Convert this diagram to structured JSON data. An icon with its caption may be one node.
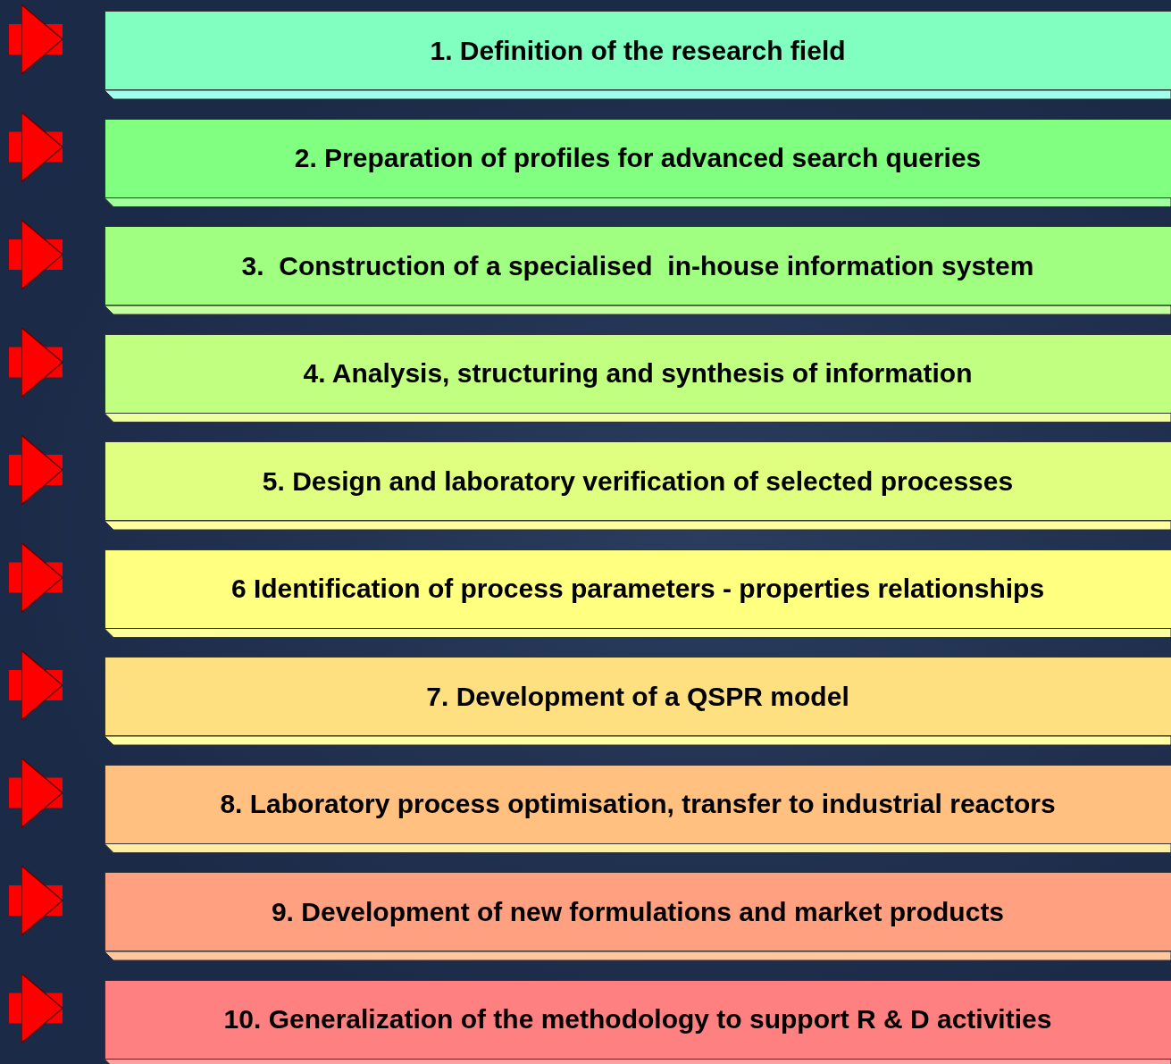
{
  "diagram": {
    "nodes": [
      {
        "text": [
          "1. Definition of the research field"
        ]
      },
      {
        "text": [
          "2. Preparation of profiles for advanced search queries"
        ]
      },
      {
        "text": [
          "3.  Construction of a specialised  in-house information system"
        ]
      },
      {
        "text": [
          "4. Analysis, structuring and synthesis of information"
        ]
      },
      {
        "text": [
          "5. Design and laboratory verification of selected processes"
        ]
      },
      {
        "text": [
          "6 Identification of process parameters - properties relationships"
        ]
      },
      {
        "text": [
          "7. Development of a QSPR model"
        ]
      },
      {
        "text": [
          "8. Laboratory process optimisation, transfer to industrial reactors"
        ]
      },
      {
        "text": [
          "9. Development of new formulations and market products"
        ]
      },
      {
        "text": [
          "10. Generalization of the methodology to support R & D activities"
        ]
      }
    ],
    "edges": [
      {
        "from": null,
        "to": 0,
        "arrow": "to"
      },
      {
        "from": null,
        "to": 1,
        "arrow": "to"
      },
      {
        "from": null,
        "to": 2,
        "arrow": "to"
      },
      {
        "from": null,
        "to": 3,
        "arrow": "to"
      },
      {
        "from": null,
        "to": 4,
        "arrow": "to"
      },
      {
        "from": null,
        "to": 5,
        "arrow": "to"
      },
      {
        "from": null,
        "to": 6,
        "arrow": "to"
      },
      {
        "from": null,
        "to": 7,
        "arrow": "to"
      },
      {
        "from": null,
        "to": 8,
        "arrow": "to"
      },
      {
        "from": null,
        "to": 9,
        "arrow": "to"
      }
    ]
  }
}
